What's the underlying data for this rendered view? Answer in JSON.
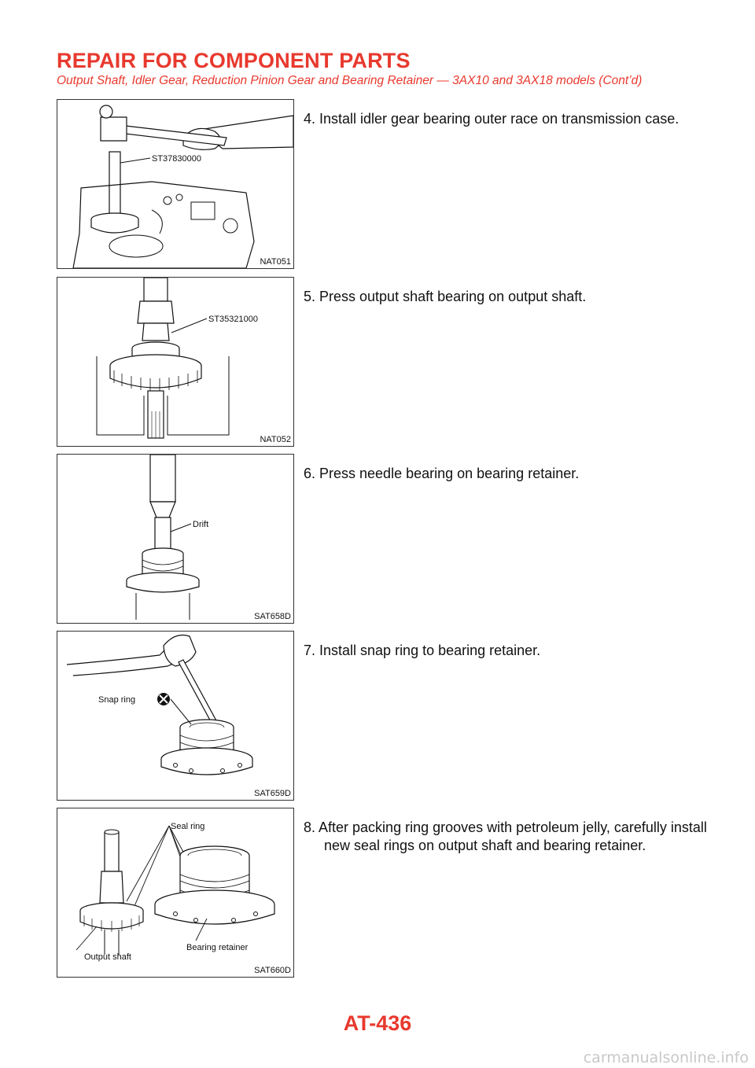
{
  "header": {
    "title": "REPAIR FOR COMPONENT PARTS",
    "subtitle": "Output Shaft, Idler Gear, Reduction Pinion Gear and Bearing Retainer — 3AX10 and 3AX18 models (Cont’d)"
  },
  "steps": [
    {
      "text": "4. Install idler gear bearing outer race on transmission case.",
      "figure_code": "NAT051",
      "figure_labels": [
        "ST37830000"
      ]
    },
    {
      "text": "5. Press output shaft bearing on output shaft.",
      "figure_code": "NAT052",
      "figure_labels": [
        "ST35321000"
      ]
    },
    {
      "text": "6. Press needle bearing on bearing retainer.",
      "figure_code": "SAT658D",
      "figure_labels": [
        "Drift"
      ]
    },
    {
      "text": "7. Install snap ring to bearing retainer.",
      "figure_code": "SAT659D",
      "figure_labels": [
        "Snap ring"
      ]
    },
    {
      "text_line1": "8. After packing ring grooves with petroleum jelly, carefully install",
      "text_line2": "new seal rings on output shaft and bearing retainer.",
      "figure_code": "SAT660D",
      "figure_labels": [
        "Seal ring",
        "Bearing retainer",
        "Output shaft"
      ]
    }
  ],
  "footer": {
    "page_number": "AT-436"
  },
  "watermark": "carmanualsonline.info"
}
